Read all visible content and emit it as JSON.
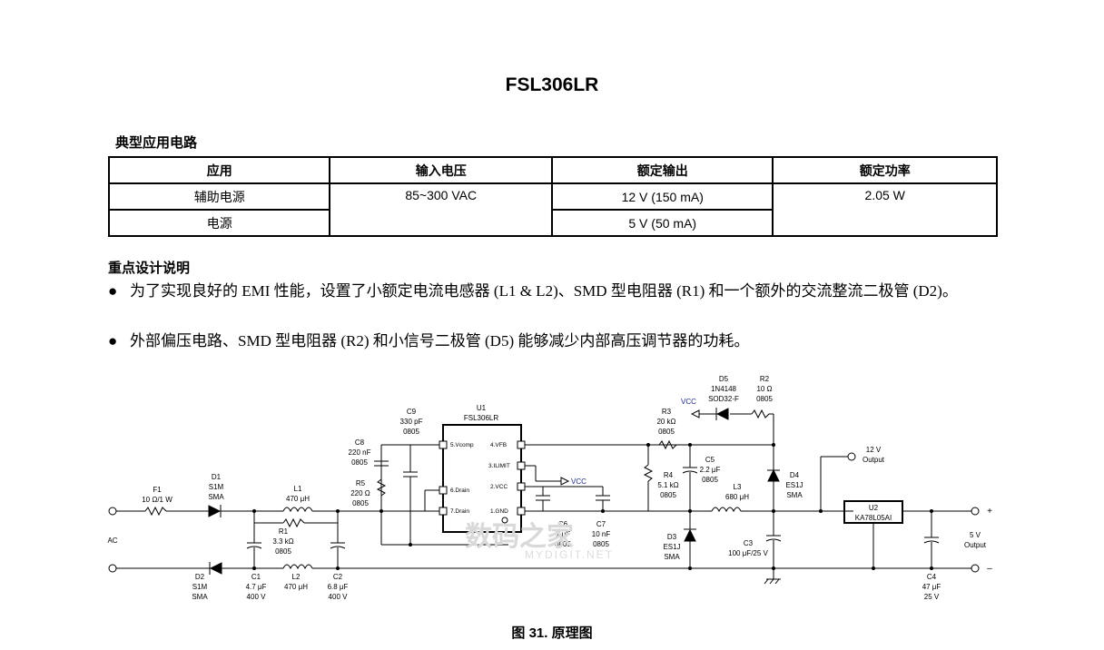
{
  "title": "FSL306LR",
  "section1": {
    "title": "典型应用电路",
    "headers": [
      "应用",
      "输入电压",
      "额定输出",
      "额定功率"
    ],
    "rows": [
      {
        "app": "辅助电源",
        "output": "12 V (150 mA)"
      },
      {
        "app": "电源",
        "output": "5 V (50 mA)"
      }
    ],
    "input_voltage": "85~300 VAC",
    "rated_power": "2.05 W"
  },
  "section2": {
    "title": "重点设计说明",
    "bullets": [
      "为了实现良好的 EMI 性能，设置了小额定电流电感器 (L1 & L2)、SMD 型电阻器 (R1) 和一个额外的交流整流二极管 (D2)。",
      "外部偏压电路、SMD 型电阻器 (R2) 和小信号二极管 (D5) 能够减少内部高压调节器的功耗。"
    ]
  },
  "schematic": {
    "labels": {
      "ac": "AC",
      "f1": [
        "F1",
        "10 Ω/1 W"
      ],
      "d1": [
        "D1",
        "S1M",
        "SMA"
      ],
      "d2": [
        "D2",
        "S1M",
        "SMA"
      ],
      "l1": [
        "L1",
        "470 μH"
      ],
      "r1": [
        "R1",
        "3.3 kΩ",
        "0805"
      ],
      "c1": [
        "C1",
        "4.7 μF",
        "400 V"
      ],
      "l2": [
        "L2",
        "470 μH"
      ],
      "c2": [
        "C2",
        "6.8 μF",
        "400 V"
      ],
      "c8": [
        "C8",
        "220 nF",
        "0805"
      ],
      "c9": [
        "C9",
        "330 pF",
        "0805"
      ],
      "r5": [
        "R5",
        "220 Ω",
        "0805"
      ],
      "u1": [
        "U1",
        "FSL306LR"
      ],
      "u1_pins": [
        "5.Vcomp",
        "6.Drain",
        "7.Drain",
        "4.VFB",
        "3.ILIMIT",
        "2.VCC",
        "1.GND"
      ],
      "c6": [
        "C6",
        "1 μF",
        "0805"
      ],
      "c7": [
        "C7",
        "10 nF",
        "0805"
      ],
      "vcc": "VCC",
      "r3": [
        "R3",
        "20 kΩ",
        "0805"
      ],
      "r4": [
        "R4",
        "5.1 kΩ",
        "0805"
      ],
      "c5": [
        "C5",
        "2.2 μF",
        "0805"
      ],
      "d5": [
        "D5",
        "1N4148",
        "SOD32-F"
      ],
      "r2": [
        "R2",
        "10 Ω",
        "0805"
      ],
      "d3": [
        "D3",
        "ES1J",
        "SMA"
      ],
      "l3": [
        "L3",
        "680 μH"
      ],
      "c3": [
        "C3",
        "100 μF/25 V"
      ],
      "d4": [
        "D4",
        "ES1J",
        "SMA"
      ],
      "out12": [
        "12 V",
        "Output"
      ],
      "u2": [
        "U2",
        "KA78L05AI"
      ],
      "c4": [
        "C4",
        "47 μF",
        "25 V"
      ],
      "out5": [
        "5 V",
        "Output"
      ],
      "plus": "+",
      "minus": "–"
    }
  },
  "caption": "图 31. 原理图",
  "watermark": {
    "main": "数码之家",
    "sub": "MYDIGIT.NET"
  },
  "colors": {
    "vcc_label": "#1f2a8c"
  }
}
